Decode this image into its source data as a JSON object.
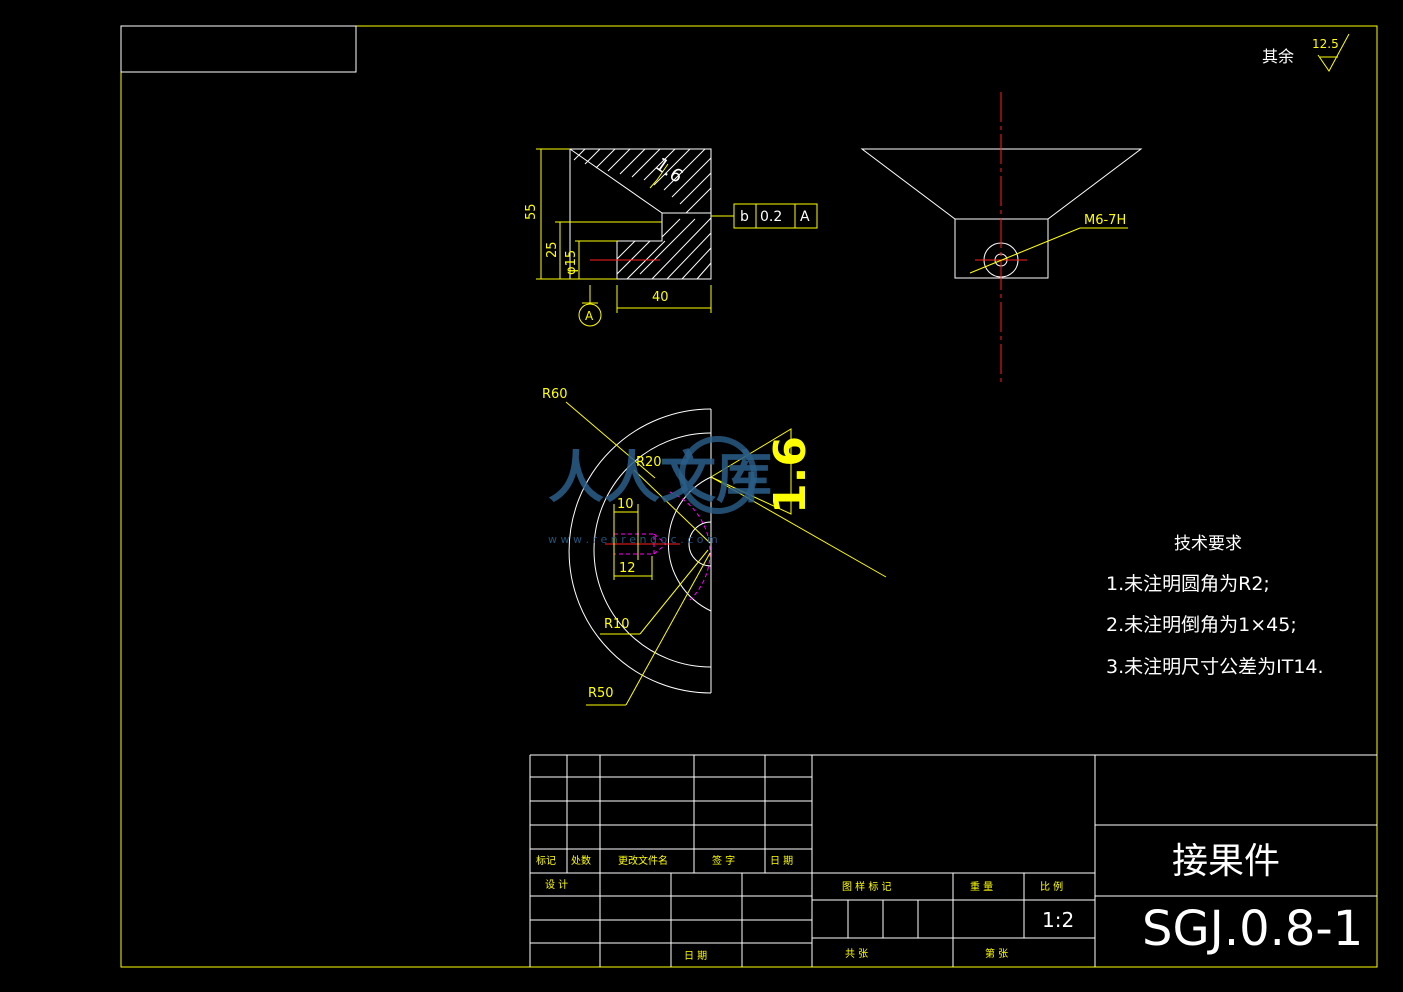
{
  "drawing": {
    "roughness": {
      "label": "其余",
      "value": "12.5"
    },
    "section_view": {
      "roughness_face": "1.6",
      "dim_height_total": "55",
      "dim_height_step": "25",
      "dim_bore": "φ15",
      "dim_width": "40",
      "datum": "A",
      "tolerance_frame": [
        "b",
        "0.2",
        "A"
      ]
    },
    "front_view": {
      "thread": "M6-7H"
    },
    "top_view": {
      "r_outer": "R60",
      "r_mid": "R20",
      "r_inner": "R10",
      "r_arc": "R50",
      "dim_slot_w": "10",
      "dim_slot_l": "12",
      "roughness_big": "1.6"
    },
    "tech_req": {
      "title": "技术要求",
      "items": [
        "1.未注明圆角为R2;",
        "2.未注明倒角为1×45;",
        "3.未注明尺寸公差为IT14."
      ]
    },
    "watermark": {
      "text": "人人文库",
      "url": "w w w . r e n r e n d o c . c o m"
    }
  },
  "title_block": {
    "part_name": "接果件",
    "drawing_no": "SGJ.0.8-1",
    "scale": "1:2",
    "rev_headers": [
      "标记",
      "处数",
      "更改文件名",
      "签  字",
      "日  期"
    ],
    "design": "设  计",
    "date": "日  期",
    "stage_mark": "图 样 标 记",
    "weight": "重  量",
    "scale_label": "比  例",
    "sheets_total": "共      张",
    "sheet_no": "第      张"
  },
  "colors": {
    "outline": "#ffffff",
    "dimension": "#ffff00",
    "center": "#ff2020",
    "hidden": "#ff00ff"
  }
}
